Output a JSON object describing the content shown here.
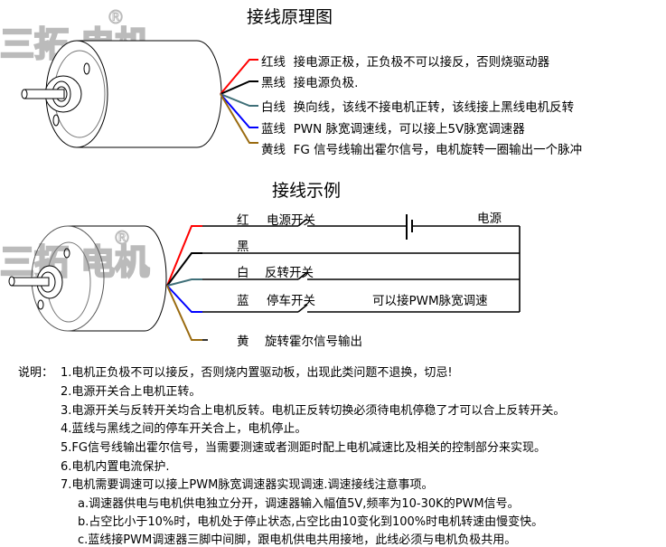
{
  "diagram1": {
    "title": "接线原理图",
    "wires": [
      {
        "color_name": "红线",
        "text": "接电源正极，正负极不可以接反，否则烧驱动器",
        "color": "#ff0000"
      },
      {
        "color_name": "黑线",
        "text": "接电源负极.",
        "color": "#000000"
      },
      {
        "color_name": "白线",
        "text": "换向线，该线不接电机正转，该线接上黑线电机反转",
        "color": "#3f6f78"
      },
      {
        "color_name": "蓝线",
        "text": "PWN 脉宽调速线，可以接上5V脉宽调速器",
        "color": "#0000ff"
      },
      {
        "color_name": "黄线",
        "text": "FG 信号线输出霍尔信号，电机旋转一圈输出一个脉冲",
        "color": "#9a6b10"
      }
    ]
  },
  "watermark": {
    "text": "三拓 电机",
    "mark": "®"
  },
  "diagram2": {
    "title": "接线示例",
    "power_label": "电源",
    "pwm_label": "可以接PWM脉宽调速",
    "wires": [
      {
        "color_name": "红",
        "text": "电源开关"
      },
      {
        "color_name": "黑",
        "text": ""
      },
      {
        "color_name": "白",
        "text": "反转开关"
      },
      {
        "color_name": "蓝",
        "text": "停车开关"
      },
      {
        "color_name": "黄",
        "text": "旋转霍尔信号输出"
      }
    ]
  },
  "notes": {
    "heading": "说明：",
    "items": [
      "1.电机正负极不可以接反，否则烧内置驱动板，出现此类问题不退换，切忌!",
      "2.电源开关合上电机正转。",
      "3.电源开关与反转开关均合上电机反转。电机正反转切换必须待电机停稳了才可以合上反转开关。",
      "4.蓝线与黑线之间的停车开关合上，电机停止。",
      "5.FG信号线输出霍尔信号，当需要测速或者测距时配上电机减速比及相关的控制部分来实现。",
      "6.电机内置电流保护.",
      "7.电机需要调速可以接上PWM脉宽调速器实现调速.调速接线注意事项。"
    ],
    "sub_items": [
      "a.调速器供电与电机供电独立分开，调速器输入幅值5V,频率为10-30K的PWM信号。",
      "b.占空比小于10%时，电机处于停止状态,占空比由10变化到100%时电机转速由慢变快。",
      "c.蓝线接PWM调速器三脚中间脚，跟电机供电共用接地，此线必须与电机负极共用。"
    ]
  }
}
